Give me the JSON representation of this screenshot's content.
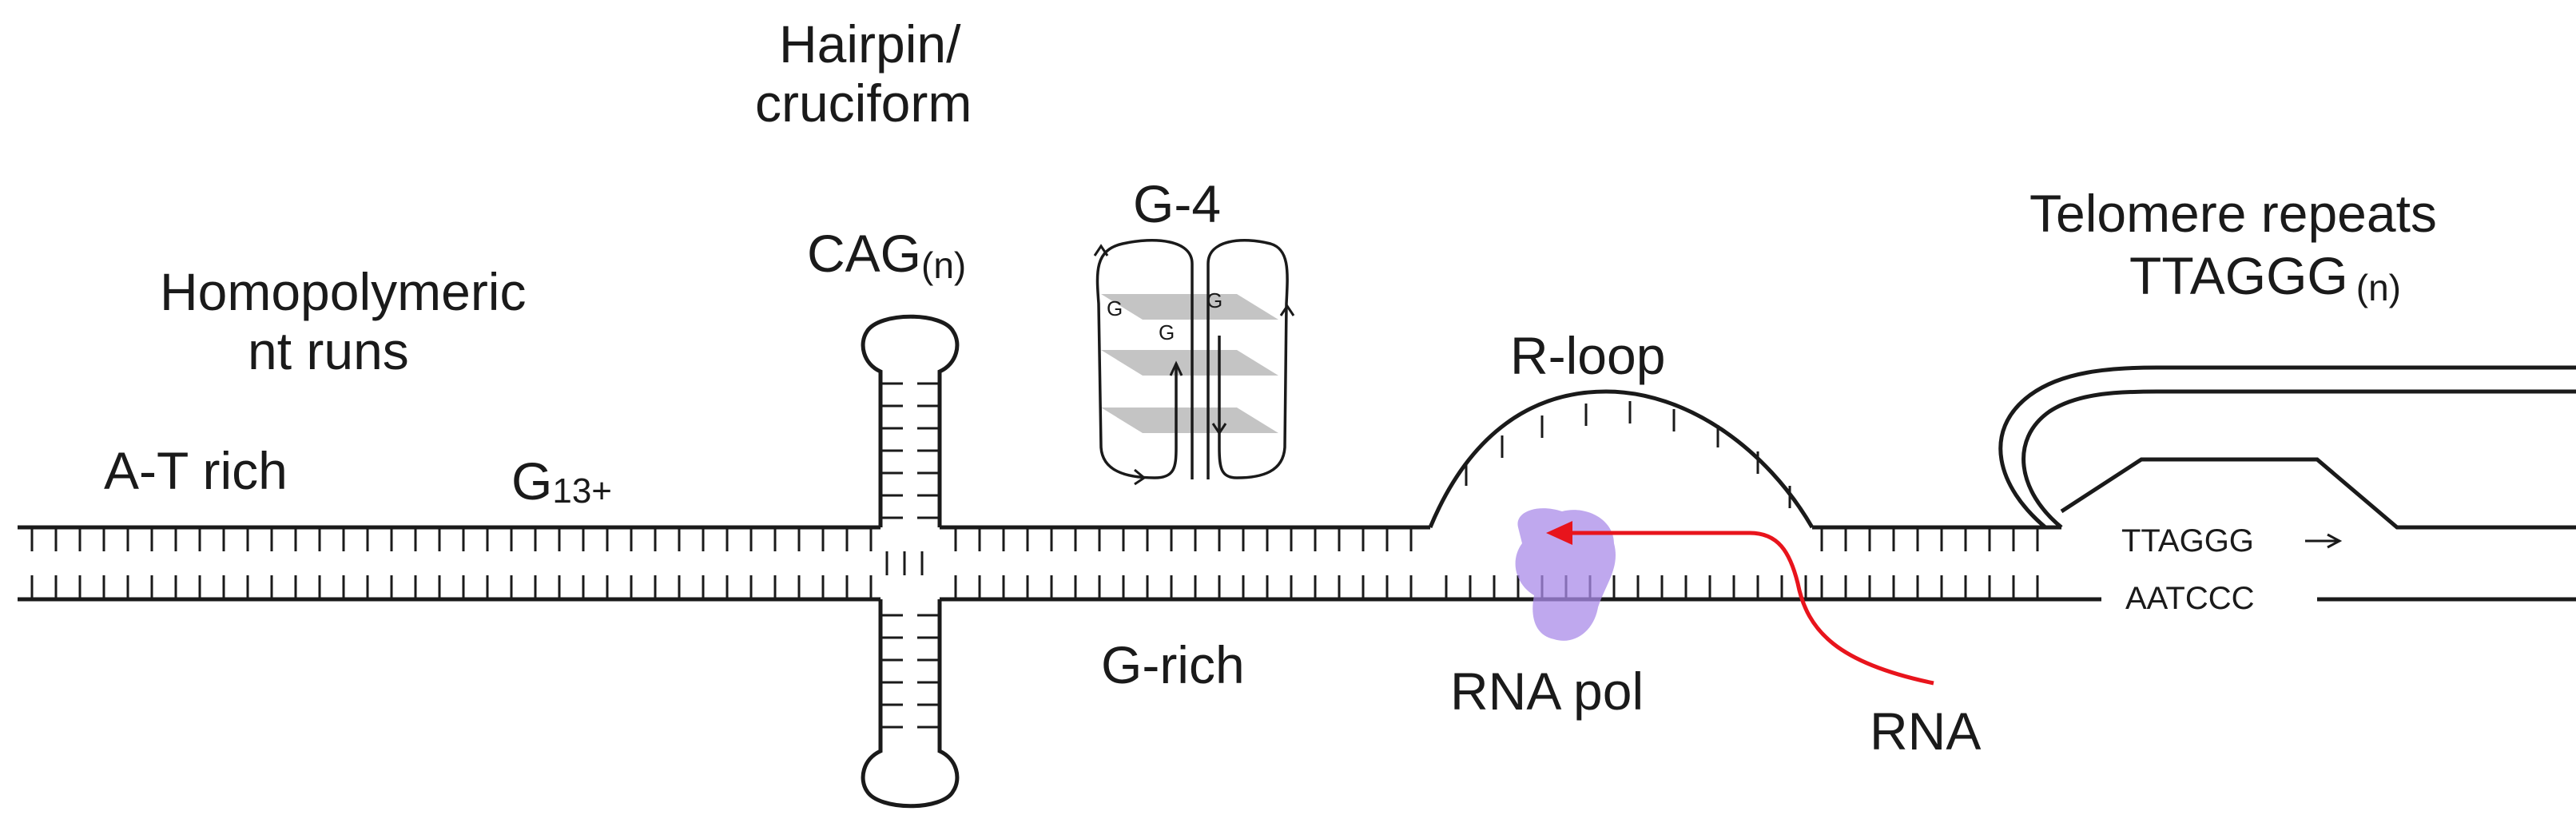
{
  "labels": {
    "homopolymeric_line1": "Homopolymeric",
    "homopolymeric_line2": "nt runs",
    "at_rich": "A-T rich",
    "g13_base": "G",
    "g13_sub": "13+",
    "hairpin_line1": "Hairpin/",
    "hairpin_line2": "cruciform",
    "cag_base": "CAG",
    "cag_sub": "(n)",
    "g4": "G-4",
    "g4_base": "G",
    "g_rich": "G-rich",
    "r_loop": "R-loop",
    "rna_pol": "RNA pol",
    "rna": "RNA",
    "telomere_line1": "Telomere repeats",
    "telomere_line2_base": "TTAGGG",
    "telomere_line2_sub": "(n)",
    "ttaggg_strand": "TTAGGG",
    "aatccc_strand": "AATCCC"
  },
  "colors": {
    "line": "#1a1a1a",
    "rna": "#e8141c",
    "rna_pol": "#a98be8",
    "g4_plane": "#c4c4c4"
  }
}
